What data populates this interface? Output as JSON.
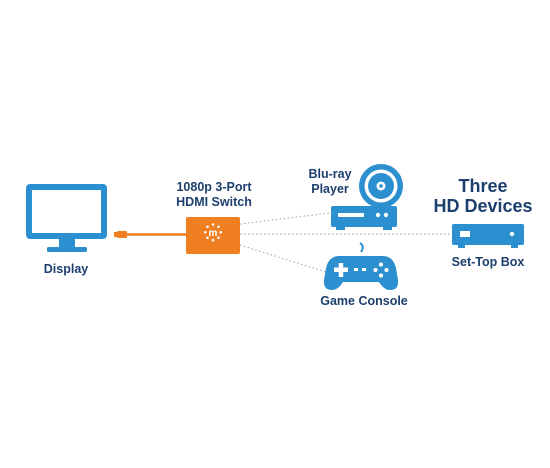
{
  "colors": {
    "device_blue": "#2c8fd0",
    "accent_orange": "#f07f22",
    "text_navy": "#1c3f6e",
    "dotted_line": "#8aa5bf"
  },
  "labels": {
    "display": "Display",
    "switch_line1": "1080p 3-Port",
    "switch_line2": "HDMI Switch",
    "switch_logo": "m",
    "bluray_line1": "Blu-ray",
    "bluray_line2": "Player",
    "game_console": "Game Console",
    "three_line1": "Three",
    "three_line2": "HD Devices",
    "settop_box": "Set-Top Box"
  },
  "icons": {
    "display": "monitor-icon",
    "switch": "hdmi-switch-icon",
    "bluray": "bluray-player-icon",
    "game": "gamepad-icon",
    "settop": "settop-box-icon"
  }
}
